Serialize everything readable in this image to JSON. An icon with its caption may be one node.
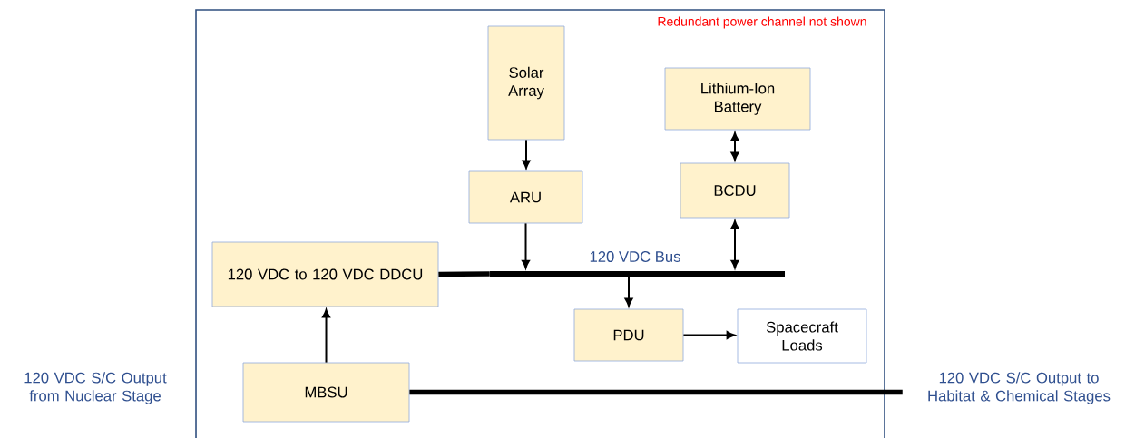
{
  "diagram": {
    "nodes": [
      {
        "text": [
          "Redundant power channel not shown"
        ]
      },
      {
        "text": [
          "Solar Array"
        ],
        "in": 0
      },
      {
        "text": [
          "Lithium-Ion Battery"
        ],
        "in": 0
      },
      {
        "text": [
          "ARU"
        ],
        "in": 0
      },
      {
        "text": [
          "BCDU"
        ],
        "in": 0
      },
      {
        "text": [
          "120 VDC to 120 VDC DDCU"
        ],
        "in": 0
      },
      {
        "text": [
          "120 VDC Bus"
        ],
        "in": 0
      },
      {
        "text": [
          "PDU"
        ],
        "in": 0
      },
      {
        "text": [
          "Spacecraft Loads"
        ],
        "in": 0
      },
      {
        "text": [
          "MBSU"
        ],
        "in": 0
      },
      {
        "text": [
          "120 VDC S/C Output to Habitat & Chemical Stages"
        ]
      }
    ],
    "edges": [
      {
        "from": 1,
        "to": 3,
        "arrow": "to"
      },
      {
        "from": 4,
        "to": 2,
        "arrow": "both"
      },
      {
        "from": 3,
        "to": 6,
        "arrow": "to"
      },
      {
        "from": 4,
        "to": 6,
        "arrow": "both"
      },
      {
        "from": 5,
        "to": 6,
        "arrow": "none",
        "style": "thick"
      },
      {
        "from": 6,
        "to": 7,
        "arrow": "to"
      },
      {
        "from": 7,
        "to": 8,
        "arrow": "to"
      },
      {
        "from": 9,
        "to": 5,
        "arrow": "to"
      },
      {
        "from": 9,
        "to": 10,
        "arrow": "none",
        "style": "thick"
      }
    ],
    "labels": [
      "120 VDC S/C Output from Nuclear Stage"
    ]
  }
}
